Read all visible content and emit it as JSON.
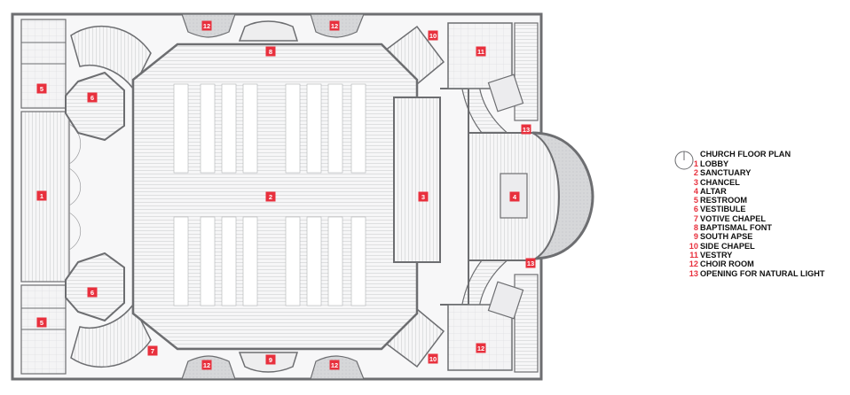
{
  "legend": {
    "title": "CHURCH FLOOR PLAN",
    "items": [
      {
        "num": "1",
        "name": "LOBBY"
      },
      {
        "num": "2",
        "name": "SANCTUARY"
      },
      {
        "num": "3",
        "name": "CHANCEL"
      },
      {
        "num": "4",
        "name": "ALTAR"
      },
      {
        "num": "5",
        "name": "RESTROOM"
      },
      {
        "num": "6",
        "name": "VESTIBULE"
      },
      {
        "num": "7",
        "name": "VOTIVE CHAPEL"
      },
      {
        "num": "8",
        "name": "BAPTISMAL FONT"
      },
      {
        "num": "9",
        "name": "SOUTH APSE"
      },
      {
        "num": "10",
        "name": "SIDE CHAPEL"
      },
      {
        "num": "11",
        "name": "VESTRY"
      },
      {
        "num": "12",
        "name": "CHOIR ROOM"
      },
      {
        "num": "13",
        "name": "OPENING FOR NATURAL LIGHT"
      }
    ]
  },
  "plan_labels": [
    "1",
    "2",
    "3",
    "4",
    "5",
    "5",
    "6",
    "6",
    "7",
    "8",
    "9",
    "10",
    "10",
    "11",
    "12",
    "12",
    "12",
    "12",
    "12",
    "13",
    "13"
  ],
  "colors": {
    "label_red": "#e8303d",
    "wall": "#6d6e71",
    "floor_line": "#c9cacc",
    "paving": "#dcdde0"
  }
}
